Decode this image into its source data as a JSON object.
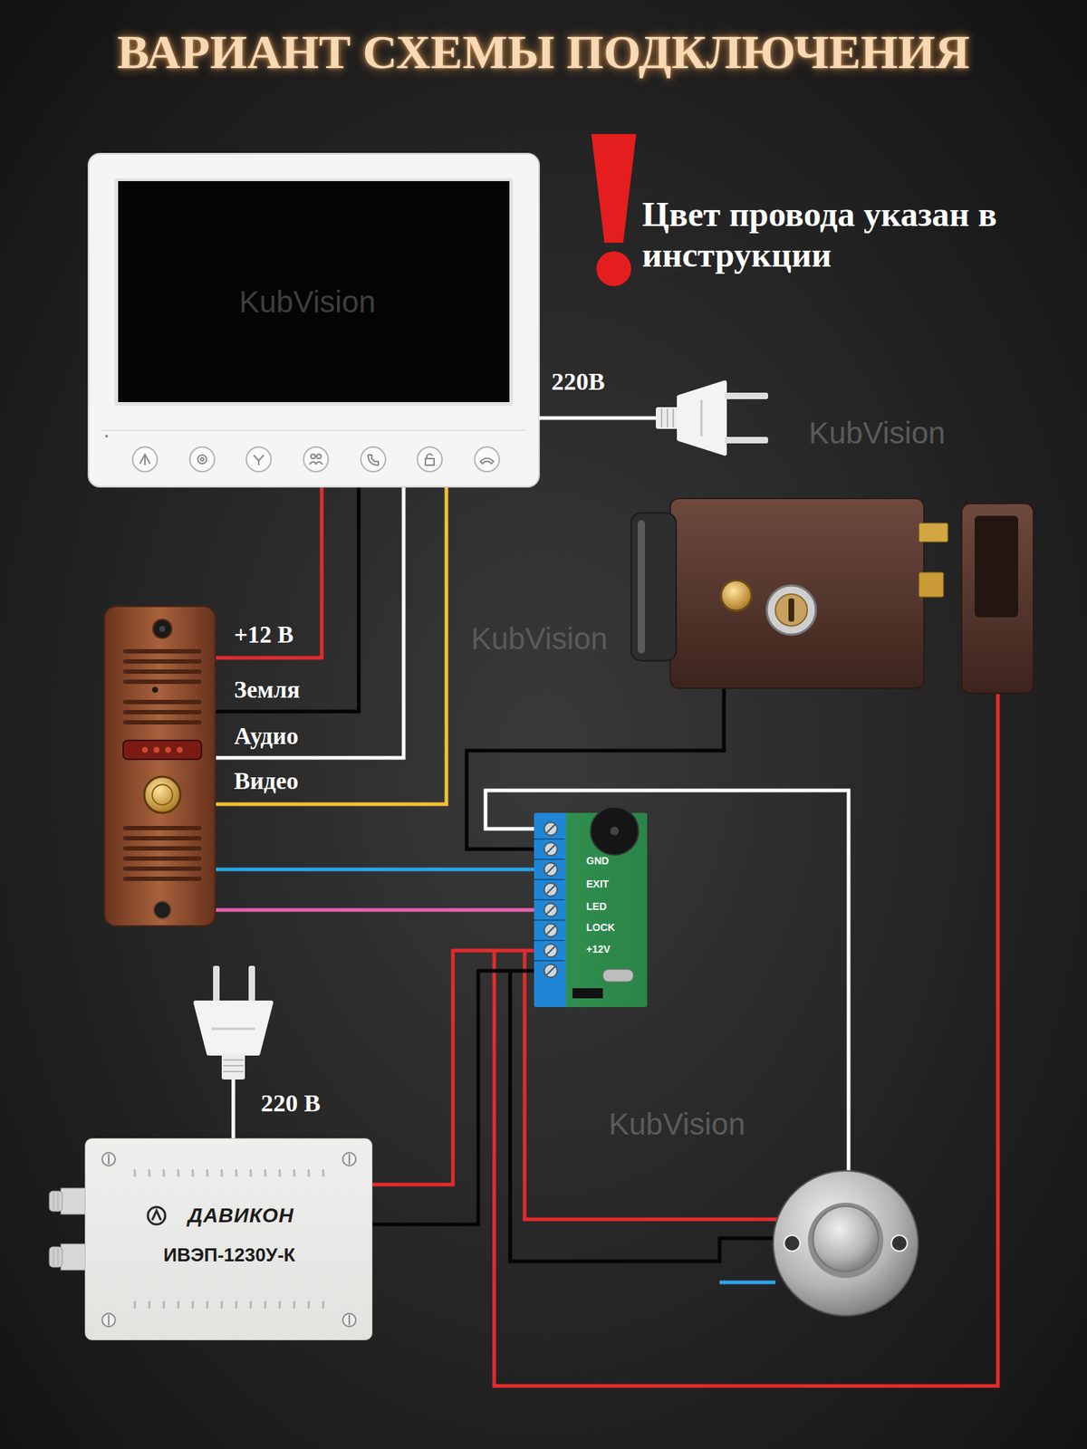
{
  "diagram": {
    "title": "ВАРИАНТ СХЕМЫ ПОДКЛЮЧЕНИЯ",
    "nodes": [
      {
        "text": [
          "GND",
          "EXIT",
          "LED",
          "LOCK",
          "+12V"
        ]
      },
      {
        "text": [
          "ДАВИКОН",
          "ИВЭП-1230У-К"
        ]
      }
    ],
    "edges": [
      {
        "from": 1,
        "to": 0,
        "arrow": "none"
      },
      {
        "from": 1,
        "to": 0,
        "arrow": "none"
      }
    ],
    "labels": [
      "Цвет провода указан в инструкции",
      "220В",
      "+12 В",
      "Земля",
      "Аудио",
      "Видео",
      "220 В",
      "KubVision",
      "KubVision",
      "KubVision",
      "KubVision"
    ]
  }
}
